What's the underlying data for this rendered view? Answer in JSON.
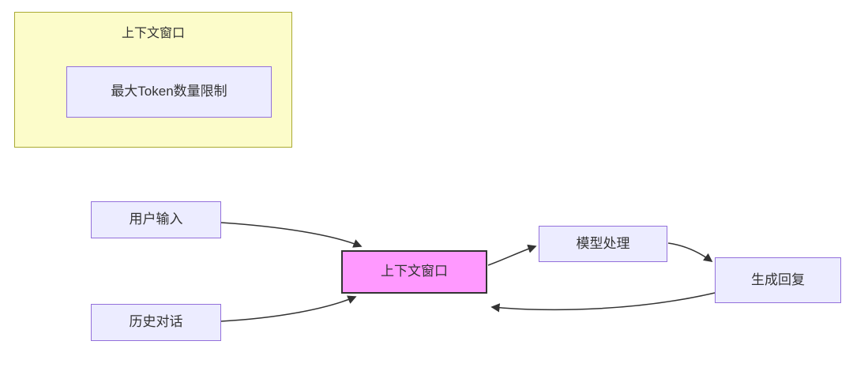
{
  "diagram": {
    "type": "flowchart",
    "subgraph": {
      "title": "上下文窗口",
      "node": {
        "label": "最大Token数量限制"
      }
    },
    "nodes": {
      "user_input": {
        "label": "用户输入"
      },
      "history_dialog": {
        "label": "历史对话"
      },
      "context_window": {
        "label": "上下文窗口"
      },
      "model_process": {
        "label": "模型处理"
      },
      "generate_reply": {
        "label": "生成回复"
      }
    },
    "edges": [
      {
        "from": "用户输入",
        "to": "上下文窗口"
      },
      {
        "from": "历史对话",
        "to": "上下文窗口"
      },
      {
        "from": "上下文窗口",
        "to": "模型处理"
      },
      {
        "from": "模型处理",
        "to": "生成回复"
      },
      {
        "from": "生成回复",
        "to": "上下文窗口"
      }
    ],
    "colors": {
      "subgraph_fill": "#FCFCCA",
      "subgraph_border": "#AAAA33",
      "node_fill": "#ECECFF",
      "node_border": "#9370DB",
      "highlight_fill": "#FF99FF",
      "highlight_border": "#333333",
      "edge_stroke": "#333333",
      "text": "#333333"
    }
  }
}
